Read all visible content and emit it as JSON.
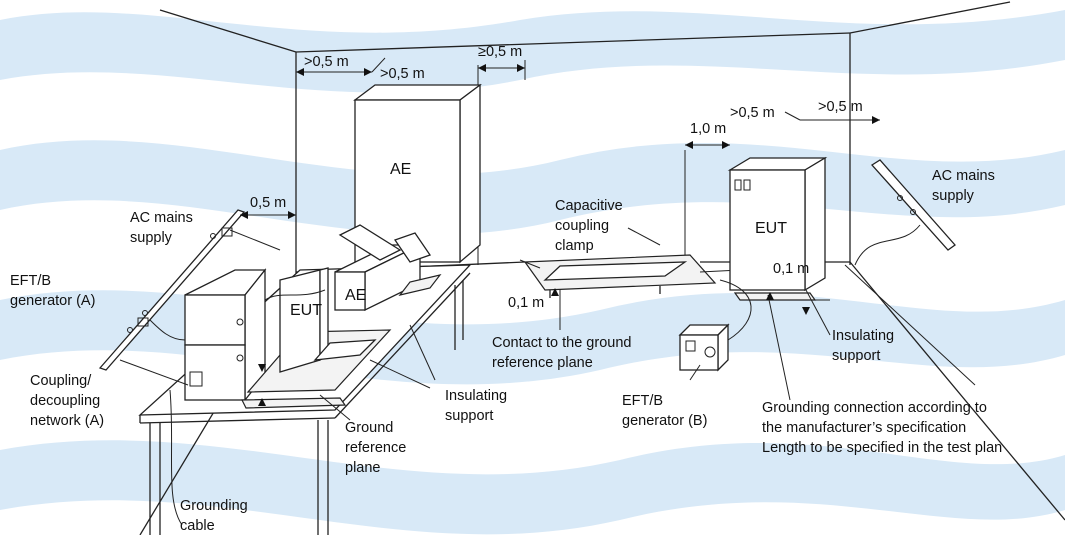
{
  "labels": {
    "ac_mains_left": [
      "AC mains",
      "supply"
    ],
    "ac_mains_right": [
      "AC mains",
      "supply"
    ],
    "eft_gen_a": [
      "EFT/B",
      "generator (A)"
    ],
    "cdn_a": [
      "Coupling/",
      "decoupling",
      "network (A)"
    ],
    "grounding_cable": [
      "Grounding",
      "cable"
    ],
    "eut_left": "EUT",
    "ae_top": "AE",
    "ae_small": "AE",
    "eut_right": "EUT",
    "ccc": [
      "Capacitive",
      "coupling",
      "clamp"
    ],
    "contact_grp": [
      "Contact to the ground",
      "reference plane"
    ],
    "eft_gen_b": [
      "EFT/B",
      "generator (B)"
    ],
    "insulating_mid": [
      "Insulating",
      "support"
    ],
    "insulating_right": [
      "Insulating",
      "support"
    ],
    "grp": [
      "Ground",
      "reference",
      "plane"
    ],
    "grounding_conn": [
      "Grounding connection according to",
      "the manufacturer’s specification",
      "Length to be specified in the test plan"
    ]
  },
  "dimensions": {
    "d1": ">0,5 m",
    "d2": ">0,5 m",
    "d3": "≥0,5 m",
    "d4": "0,5 m",
    "d5": "1,0 m",
    "d6": ">0,5 m",
    "d7": ">0,5 m",
    "d8": "0,1 m",
    "d9": "0,1 m"
  }
}
